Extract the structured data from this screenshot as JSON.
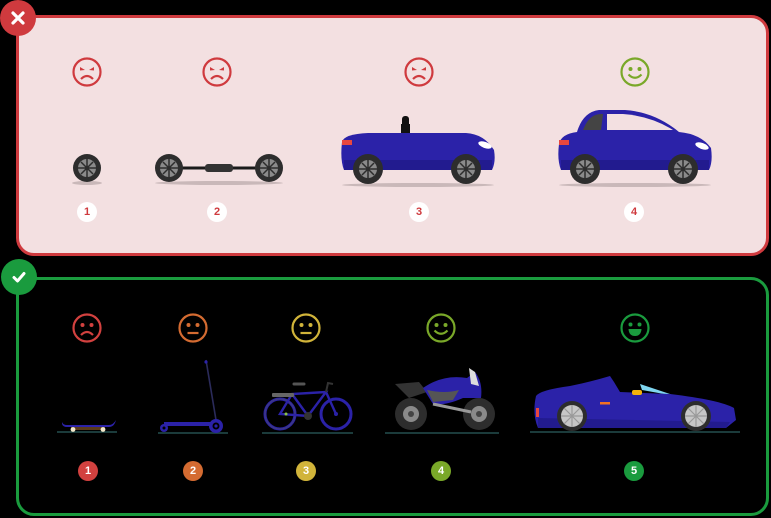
{
  "colors": {
    "wrong": "#cf3a3e",
    "wrong_bg": "#f3e0e1",
    "right": "#1a9b3e",
    "vehicle_blue": "#2b22a8",
    "scale": [
      "#d2413f",
      "#d46b31",
      "#d1b43a",
      "#7aa829",
      "#1a9b3e"
    ]
  },
  "wrong_panel": {
    "badge_icon": "x-icon",
    "items": [
      {
        "step": "1",
        "mood": "angry",
        "vehicle": "wheel"
      },
      {
        "step": "2",
        "mood": "angry",
        "vehicle": "axle-with-two-wheels"
      },
      {
        "step": "3",
        "mood": "angry",
        "vehicle": "car-body-without-roof"
      },
      {
        "step": "4",
        "mood": "happy",
        "vehicle": "complete-car"
      }
    ]
  },
  "right_panel": {
    "badge_icon": "check-icon",
    "items": [
      {
        "step": "1",
        "mood": "sad",
        "vehicle": "skateboard"
      },
      {
        "step": "2",
        "mood": "neutral",
        "vehicle": "kick-scooter"
      },
      {
        "step": "3",
        "mood": "neutral",
        "vehicle": "bicycle"
      },
      {
        "step": "4",
        "mood": "happy",
        "vehicle": "motorcycle"
      },
      {
        "step": "5",
        "mood": "very-happy",
        "vehicle": "convertible-sports-car"
      }
    ]
  }
}
